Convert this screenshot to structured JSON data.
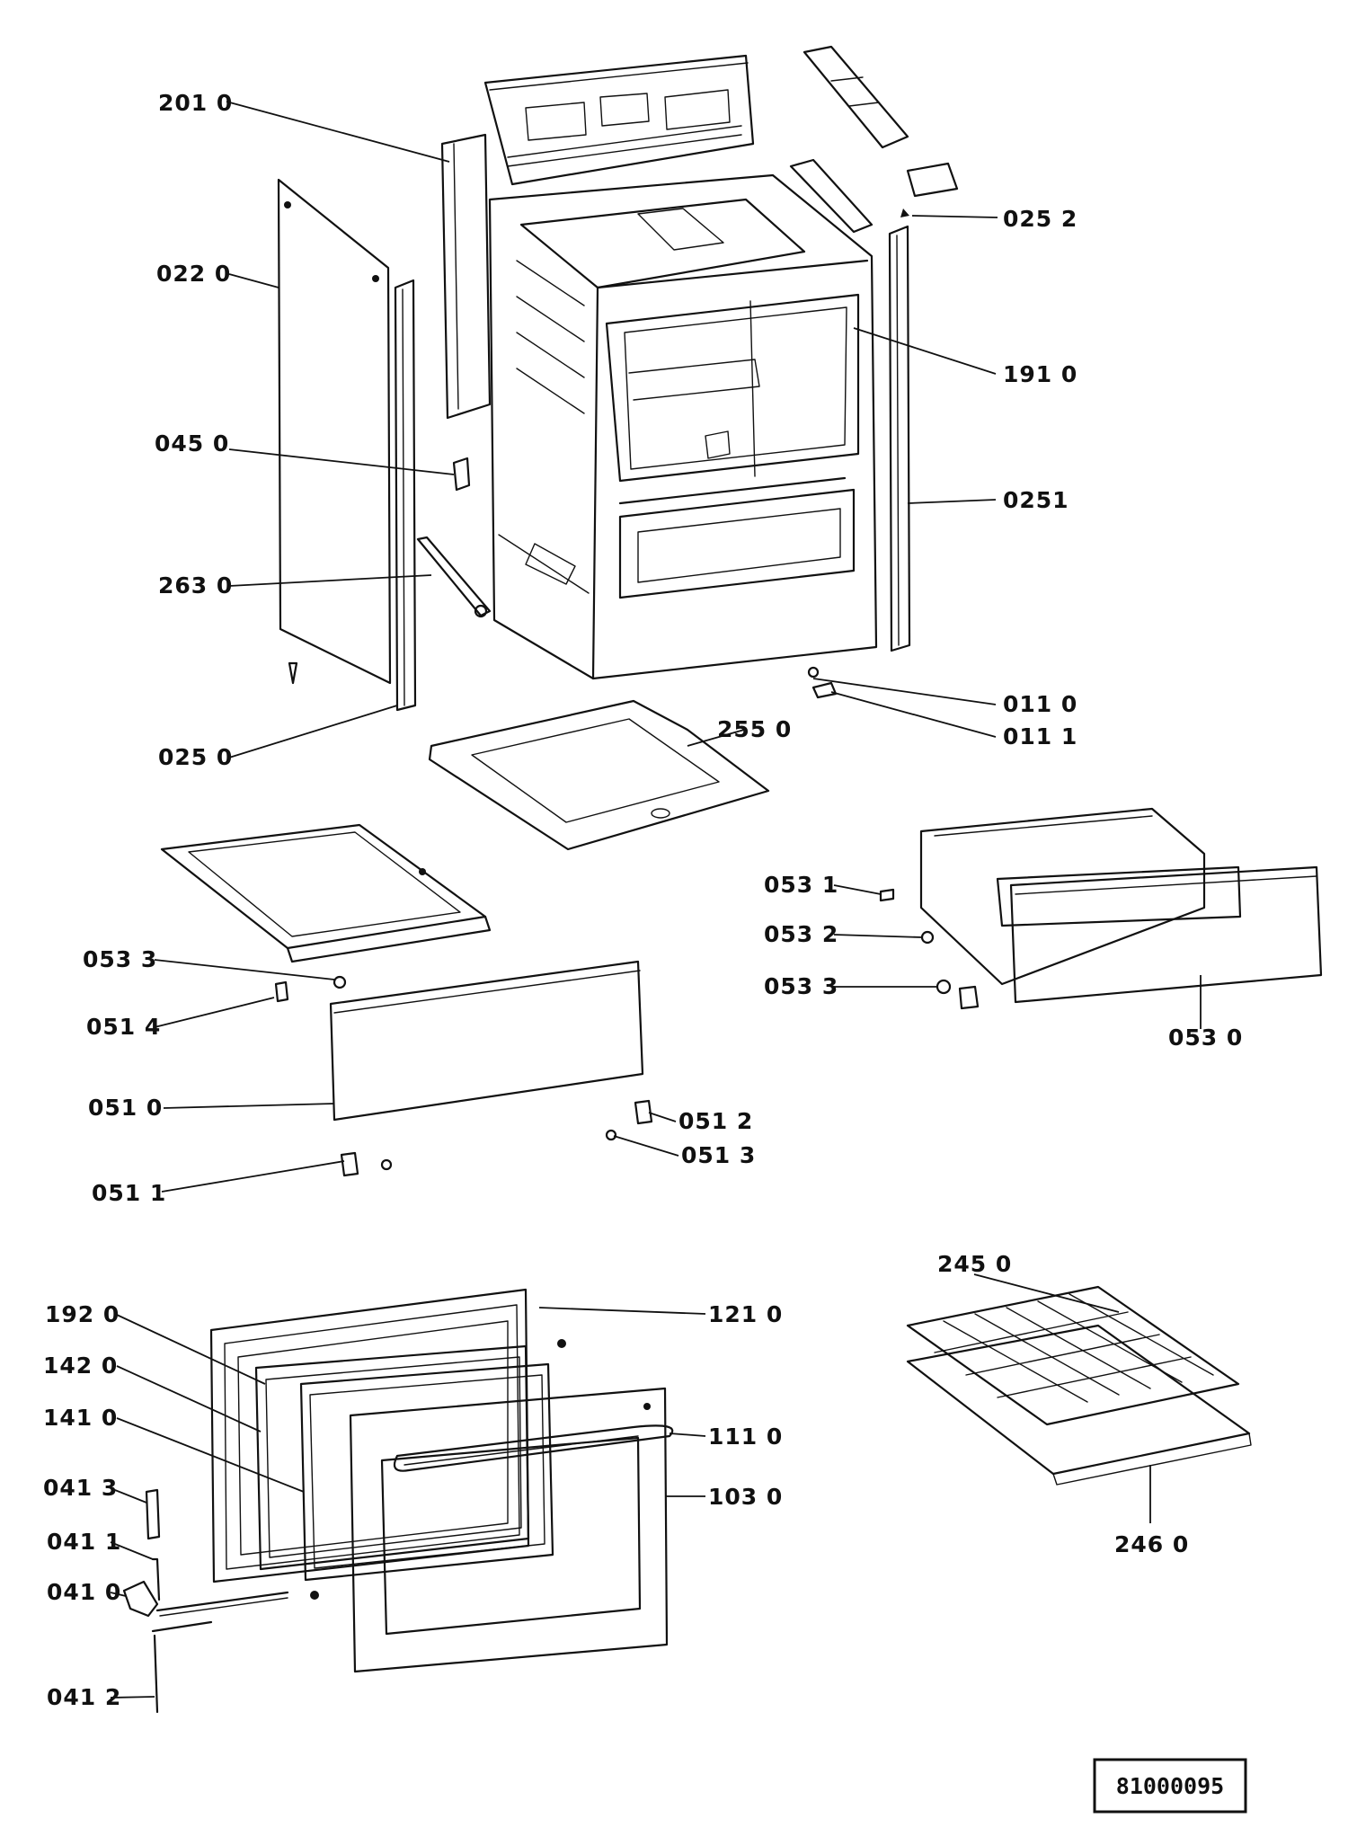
{
  "labels": [
    {
      "text": "201 0"
    },
    {
      "text": "022 0"
    },
    {
      "text": "045 0"
    },
    {
      "text": "263 0"
    },
    {
      "text": "025 0"
    },
    {
      "text": "025 2"
    },
    {
      "text": "191 0"
    },
    {
      "text": "0251"
    },
    {
      "text": "011 0"
    },
    {
      "text": "011 1"
    },
    {
      "text": "255 0"
    },
    {
      "text": "053 1"
    },
    {
      "text": "053 2"
    },
    {
      "text": "053 3"
    },
    {
      "text": "053 0"
    },
    {
      "text": "053 3"
    },
    {
      "text": "051 4"
    },
    {
      "text": "051 0"
    },
    {
      "text": "051 2"
    },
    {
      "text": "051 3"
    },
    {
      "text": "051 1"
    },
    {
      "text": "245 0"
    },
    {
      "text": "246 0"
    },
    {
      "text": "192 0"
    },
    {
      "text": "142 0"
    },
    {
      "text": "141 0"
    },
    {
      "text": "121 0"
    },
    {
      "text": "111 0"
    },
    {
      "text": "103 0"
    },
    {
      "text": "041 3"
    },
    {
      "text": "041 1"
    },
    {
      "text": "041 0"
    },
    {
      "text": "041 2"
    }
  ],
  "reference_number": "81000095"
}
